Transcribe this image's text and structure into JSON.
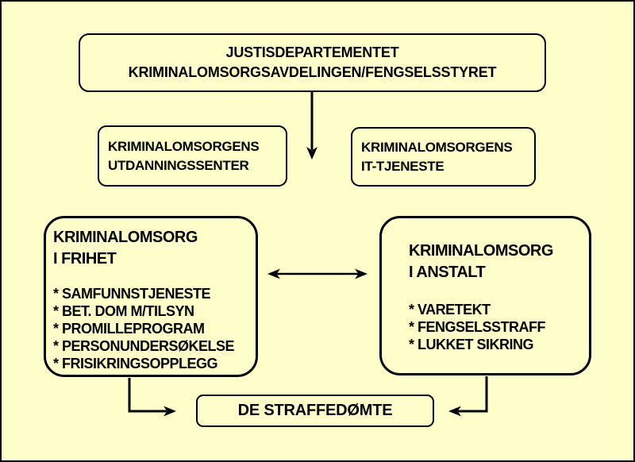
{
  "colors": {
    "background": "#FFFFCC",
    "line": "#000000"
  },
  "boxes": {
    "top": {
      "line1": "JUSTISDEPARTEMENTET",
      "line2": "KRIMINALOMSORGSAVDELINGEN/FENGSELSSTYRET"
    },
    "education": {
      "line1": "KRIMINALOMSORGENS",
      "line2": "UTDANNINGSSENTER"
    },
    "it": {
      "line1": "KRIMINALOMSORGENS",
      "line2": "IT-TJENESTE"
    },
    "frihet": {
      "title1": "KRIMINALOMSORG",
      "title2": "I FRIHET",
      "items": [
        "* SAMFUNNSTJENESTE",
        "* BET. DOM M/TILSYN",
        "* PROMILLEPROGRAM",
        "* PERSONUNDERSØKELSE",
        "* FRISIKRINGSOPPLEGG"
      ]
    },
    "anstalt": {
      "title1": "KRIMINALOMSORG",
      "title2": "I ANSTALT",
      "items": [
        "* VARETEKT",
        "* FENGSELSSTRAFF",
        "* LUKKET SIKRING"
      ]
    },
    "bottom": {
      "label": "DE STRAFFEDØMTE"
    }
  }
}
